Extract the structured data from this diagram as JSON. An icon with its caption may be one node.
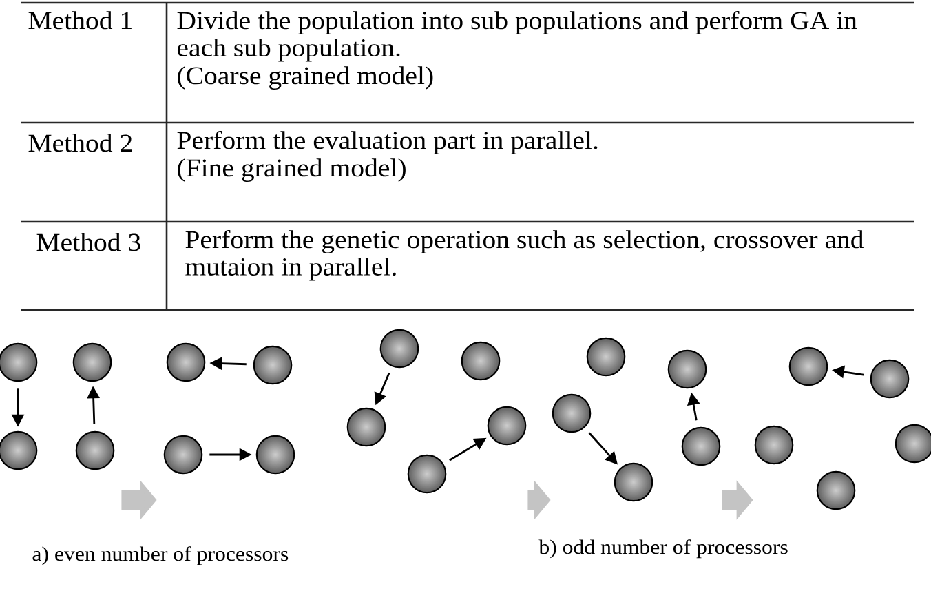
{
  "diagram": {
    "nodes": [
      {
        "text": [],
        "shape": "picture"
      },
      {
        "text": [],
        "shape": "circle",
        "in": 0
      },
      {
        "text": [],
        "shape": "circle",
        "in": 0
      },
      {
        "text": [],
        "shape": "circle",
        "in": 0
      },
      {
        "text": [],
        "shape": "circle",
        "in": 0
      },
      {
        "text": [],
        "shape": "picture"
      },
      {
        "text": [],
        "shape": "circle",
        "in": 5
      },
      {
        "text": [],
        "shape": "circle",
        "in": 5
      },
      {
        "text": [],
        "shape": "circle",
        "in": 5
      },
      {
        "text": [],
        "shape": "circle",
        "in": 5
      },
      {
        "text": [],
        "shape": "picture"
      },
      {
        "text": [],
        "shape": "circle",
        "in": 10
      },
      {
        "text": [],
        "shape": "circle",
        "in": 10
      },
      {
        "text": [],
        "shape": "circle",
        "in": 10
      },
      {
        "text": [],
        "shape": "circle",
        "in": 10
      },
      {
        "text": [],
        "shape": "circle",
        "in": 10
      },
      {
        "text": [],
        "shape": "picture"
      },
      {
        "text": [],
        "shape": "circle",
        "in": 16
      },
      {
        "text": [],
        "shape": "circle",
        "in": 16
      },
      {
        "text": [],
        "shape": "circle",
        "in": 16
      },
      {
        "text": [],
        "shape": "circle",
        "in": 16
      },
      {
        "text": [],
        "shape": "circle",
        "in": 16
      },
      {
        "text": [],
        "shape": "picture"
      },
      {
        "text": [],
        "shape": "circle",
        "in": 22
      },
      {
        "text": [],
        "shape": "circle",
        "in": 22
      },
      {
        "text": [],
        "shape": "circle",
        "in": 22
      },
      {
        "text": [],
        "shape": "circle",
        "in": 22
      },
      {
        "text": [],
        "shape": "circle",
        "in": 22
      }
    ],
    "edges": [
      {
        "from": 1,
        "to": 3,
        "arrow": "to"
      },
      {
        "from": 4,
        "to": 2,
        "arrow": "to"
      },
      {
        "from": 7,
        "to": 6,
        "arrow": "to"
      },
      {
        "from": 8,
        "to": 9,
        "arrow": "to"
      },
      {
        "from": 12,
        "to": 11,
        "arrow": "to"
      },
      {
        "from": 13,
        "to": 15,
        "arrow": "to"
      },
      {
        "from": 17,
        "to": 19,
        "arrow": "to"
      },
      {
        "from": 21,
        "to": 20,
        "arrow": "to"
      },
      {
        "from": 26,
        "to": 24,
        "arrow": "to"
      },
      {
        "from": 0,
        "to": 5,
        "arrow": "to",
        "style": "thick",
        "color": "#c4c4c4"
      },
      {
        "from": 10,
        "to": 16,
        "arrow": "to",
        "style": "thick",
        "color": "#c4c4c4"
      },
      {
        "from": 16,
        "to": 22,
        "arrow": "to",
        "style": "thick",
        "color": "#c4c4c4"
      }
    ],
    "labels": [
      "Method 1",
      "Divide the population into sub populations and perform GA in each sub population.",
      "(Coarse grained model)",
      "Method 2",
      "Perform the evaluation part in parallel.",
      "(Fine grained model)",
      "Method 3",
      "Perform the genetic operation such as selection, crossover and mutaion in parallel.",
      "a) even number of processors",
      "b) odd number of processors"
    ]
  }
}
